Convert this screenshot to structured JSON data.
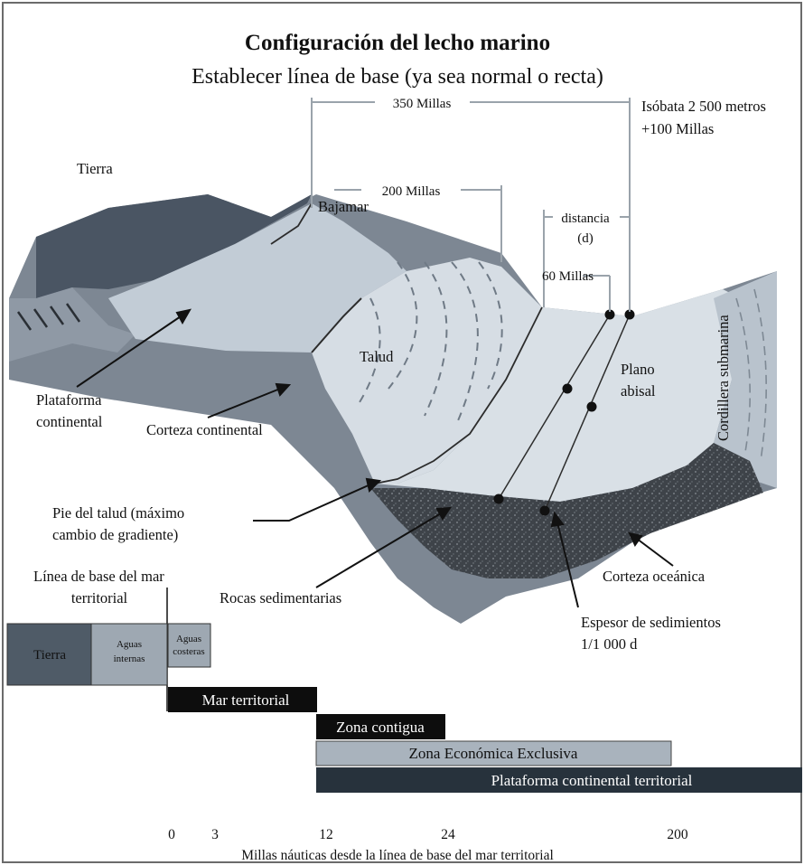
{
  "header": {
    "title": "Configuración del lecho marino",
    "subtitle": "Establecer línea de base (ya sea normal o recta)"
  },
  "distances": {
    "d350": "350 Millas",
    "d200": "200 Millas",
    "distancia": "distancia",
    "d_symbol": "(d)",
    "d60": "60 Millas",
    "isobata_line1": "Isóbata 2 500 metros",
    "isobata_line2": "+100 Millas"
  },
  "labels": {
    "tierra": "Tierra",
    "bajamar": "Bajamar",
    "talud": "Talud",
    "plano_abisal_1": "Plano",
    "plano_abisal_2": "abisal",
    "cordillera": "Cordillera submarina",
    "plataforma_1": "Plataforma",
    "plataforma_2": "continental",
    "corteza_continental": "Corteza continental",
    "pie_talud_1": "Pie del talud (máximo",
    "pie_talud_2": "cambio de gradiente)",
    "linea_base_1": "Línea de base del mar",
    "linea_base_2": "territorial",
    "rocas": "Rocas sedimentarias",
    "corteza_oceanica": "Corteza oceánica",
    "espesor_1": "Espesor de sedimientos",
    "espesor_2": "1/1 000 d"
  },
  "zones": {
    "tierra": "Tierra",
    "aguas_internas_1": "Aguas",
    "aguas_internas_2": "internas",
    "aguas_costeras_1": "Aguas",
    "aguas_costeras_2": "costeras",
    "mar_territorial": "Mar territorial",
    "zona_contigua": "Zona contigua",
    "zee": "Zona Económica Exclusiva",
    "plataforma_territorial": "Plataforma continental territorial"
  },
  "axis": {
    "ticks": [
      "0",
      "3",
      "12",
      "24",
      "200"
    ],
    "caption": "Millas náuticas desde la línea de base del mar territorial"
  },
  "colors": {
    "land_dark": "#4a5563",
    "land_mid": "#8f99a5",
    "shelf": "#c2ccd6",
    "slope": "#d6dde4",
    "crust": "#7d8793",
    "sediment": "#3c4046",
    "bar_dark": "#0d0d0d",
    "bar_steel": "#27323c",
    "bar_light": "#a9b3bd"
  }
}
